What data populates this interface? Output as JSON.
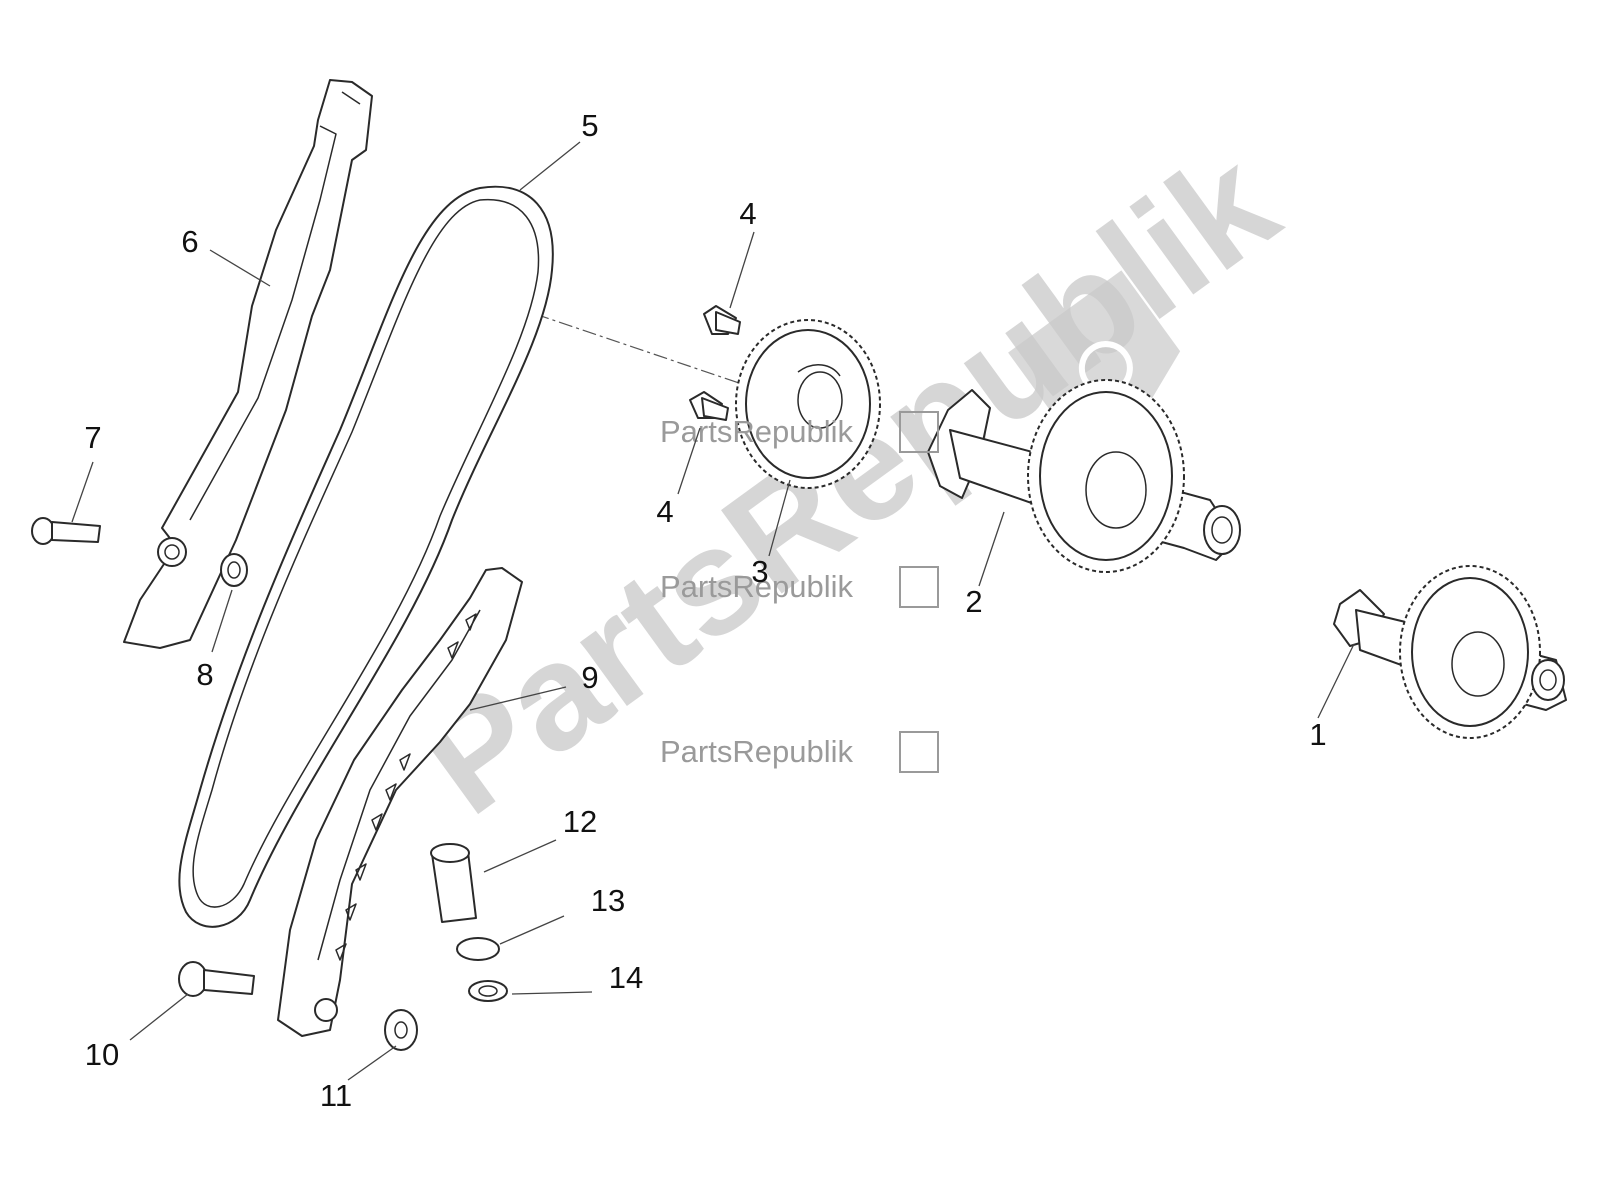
{
  "callouts": {
    "c1": "1",
    "c2": "2",
    "c3": "3",
    "c4a": "4",
    "c4b": "4",
    "c5": "5",
    "c6": "6",
    "c7": "7",
    "c8": "8",
    "c9": "9",
    "c10": "10",
    "c11": "11",
    "c12": "12",
    "c13": "13",
    "c14": "14"
  },
  "watermark": {
    "small_text": "PartsRepublik",
    "big_text": "PartsRepublik",
    "logo_icon": "gear-icon"
  },
  "colors": {
    "line": "#2a2a2a",
    "watermark": "#b5b5b5",
    "background": "#ffffff"
  }
}
